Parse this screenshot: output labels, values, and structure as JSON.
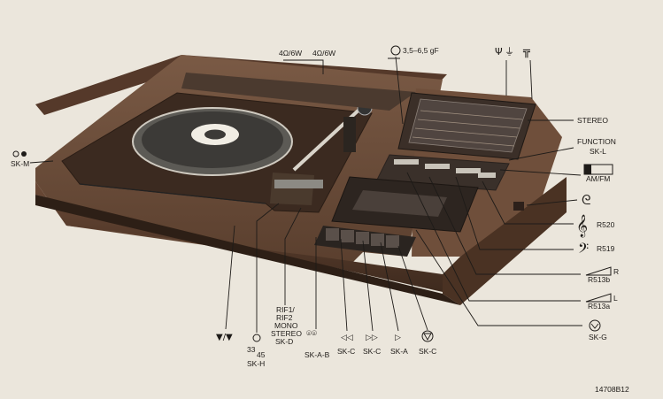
{
  "top": {
    "speaker_a": "4Ω/6W",
    "speaker_b": "4Ω/6W",
    "capacitance": "3,5–6,5 gF"
  },
  "right": {
    "stereo": "STEREO",
    "function": "FUNCTION",
    "sk_l": "SK-L",
    "am_fm": "AM/FM",
    "r520": "R520",
    "r519": "R519",
    "r513b_r": "R",
    "r513b": "R513b",
    "r513a_l": "L",
    "r513a": "R513a",
    "sk_g": "SK-G"
  },
  "left": {
    "sk_m": "SK-M"
  },
  "bottom": {
    "speed_top": "33",
    "speed_bottom": "45",
    "sk_h": "SK-H",
    "rif1": "RIF1/",
    "rif2": "RIF2",
    "mono": "MONO",
    "stereo": "STEREO",
    "sk_d": "SK-D",
    "sk_ab": "SK-A-B",
    "sk_c1": "SK-C",
    "sk_c2": "SK-C",
    "sk_a": "SK-A",
    "sk_c3": "SK-C"
  },
  "figure_id": "14708B12"
}
